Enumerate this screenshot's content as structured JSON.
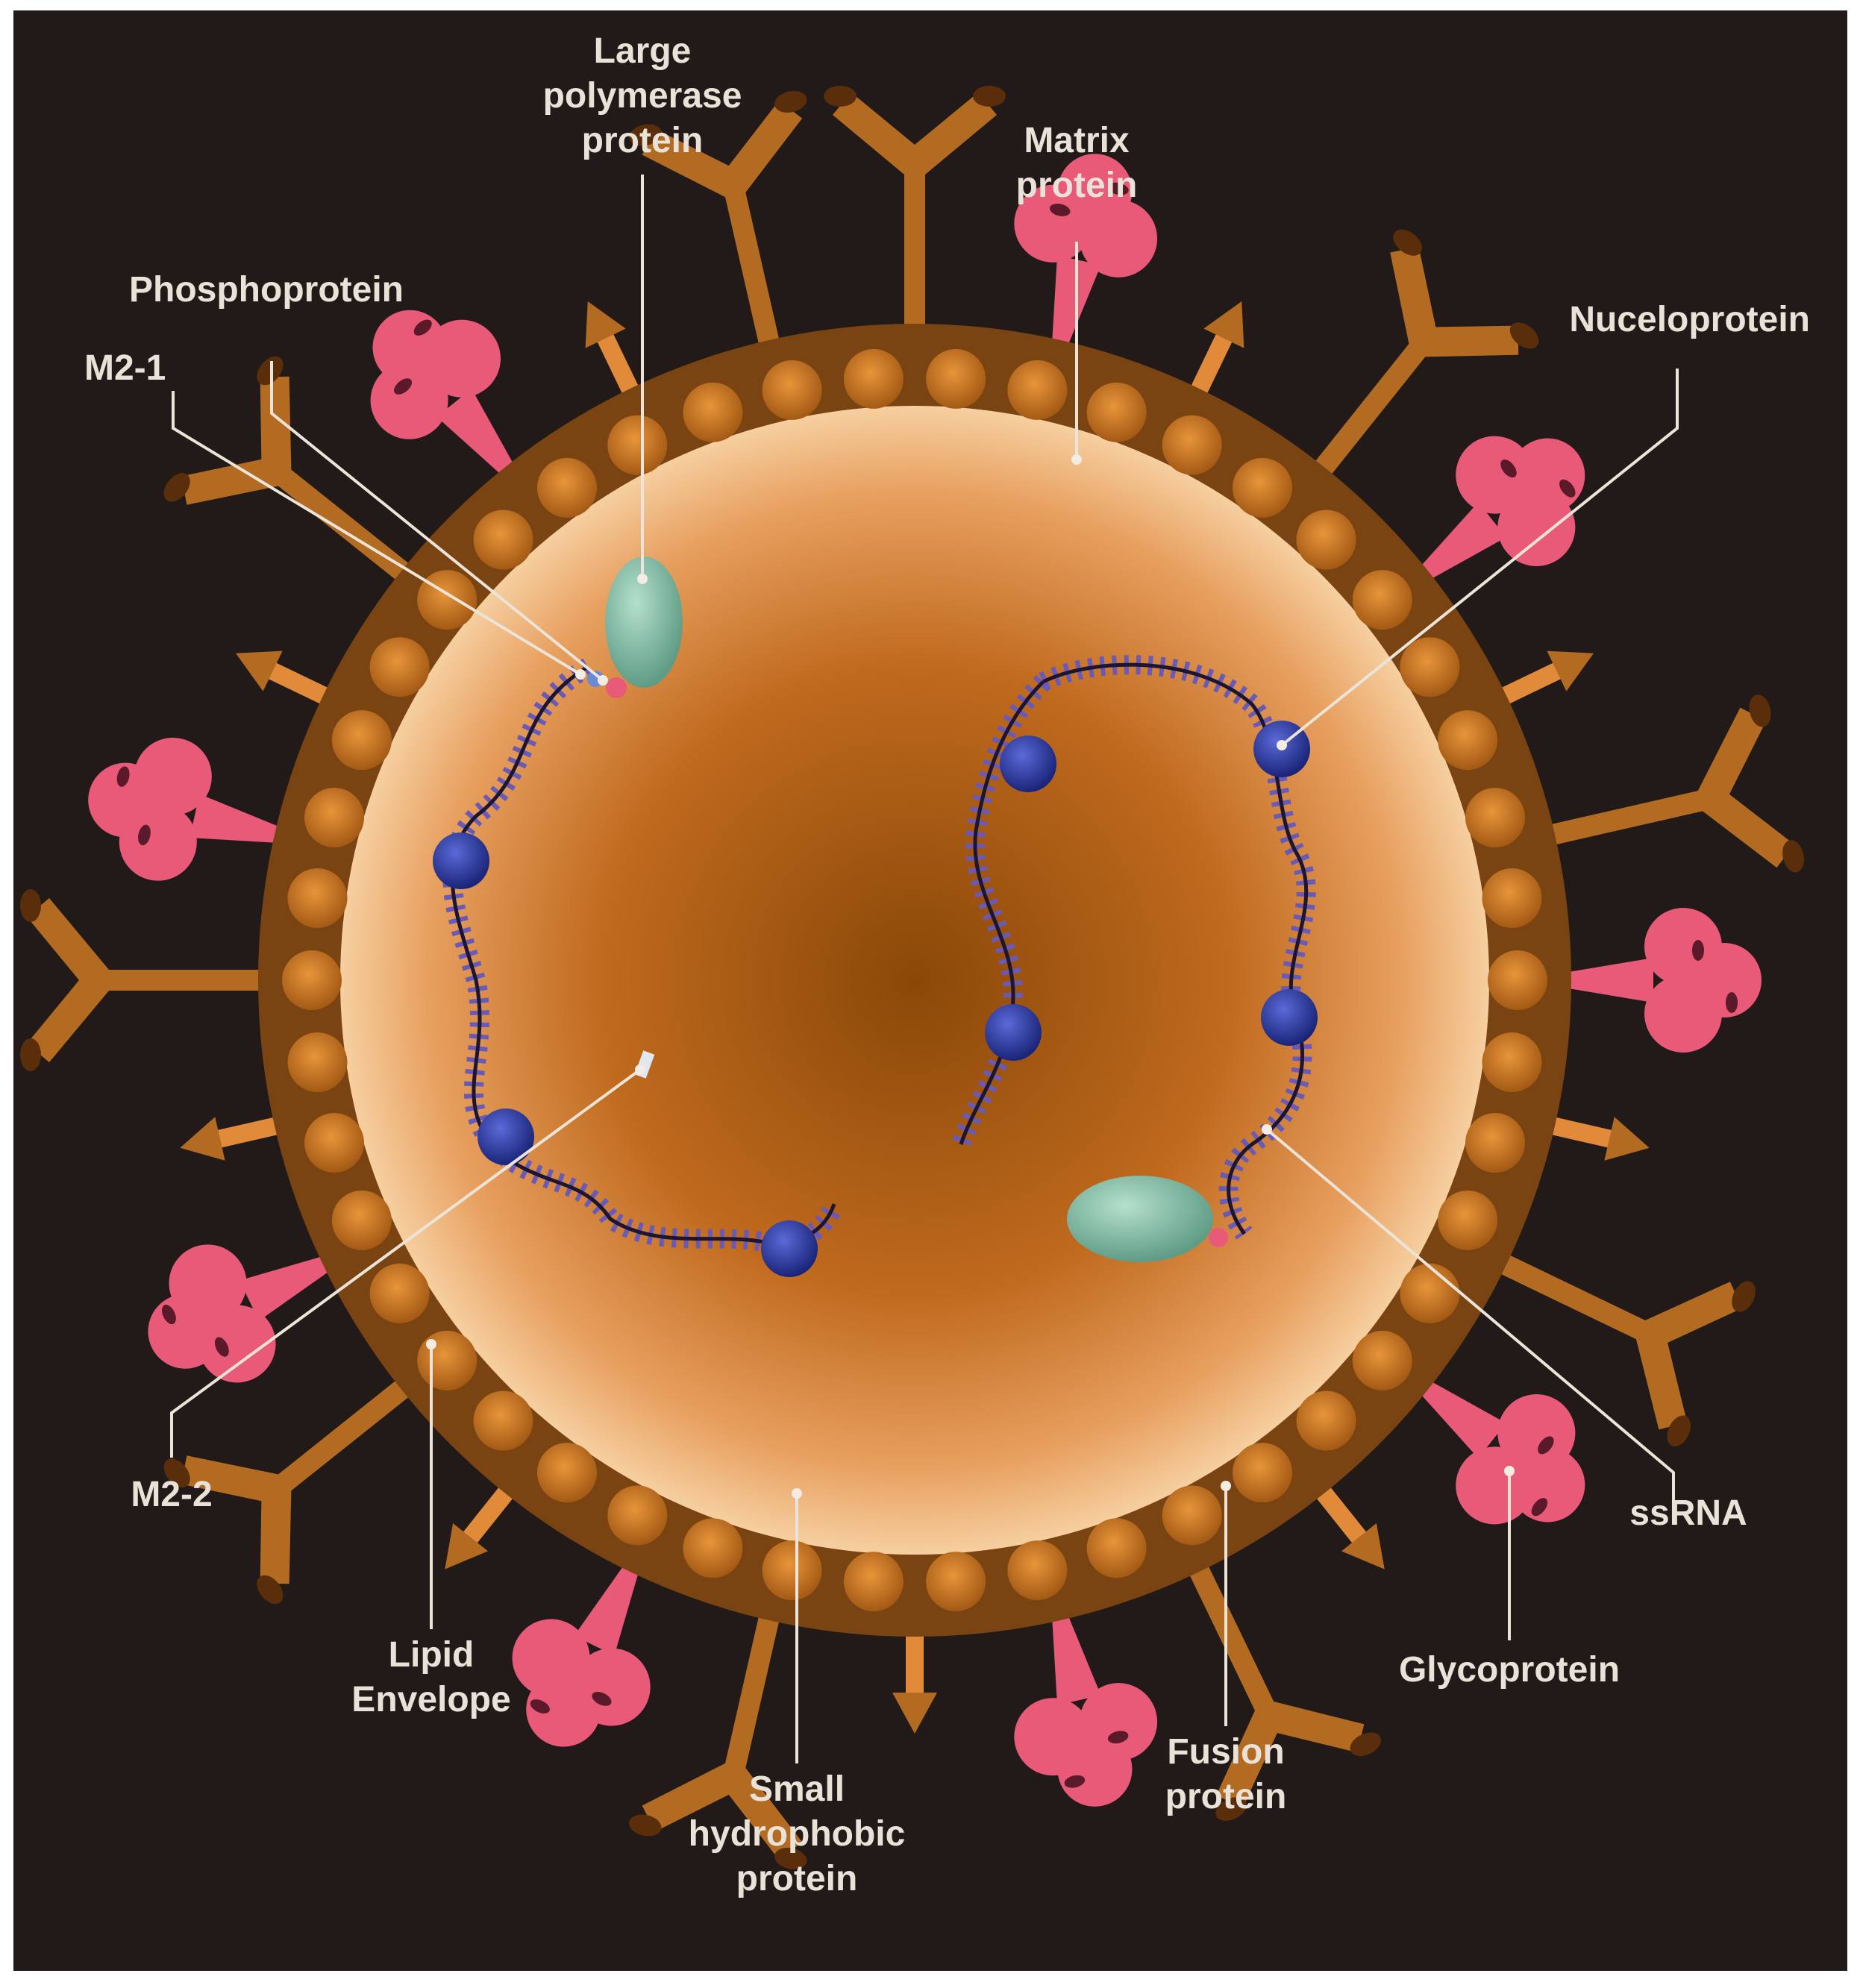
{
  "labels": {
    "large_polymerase_1": "Large",
    "large_polymerase_2": "polymerase",
    "large_polymerase_3": "protein",
    "matrix_1": "Matrix",
    "matrix_2": "protein",
    "phosphoprotein": "Phosphoprotein",
    "m2_1": "M2-1",
    "nucleoprotein": "Nuceloprotein",
    "m2_2": "M2-2",
    "lipid_1": "Lipid",
    "lipid_2": "Envelope",
    "small_hydro_1": "Small",
    "small_hydro_2": "hydrophobic",
    "small_hydro_3": "protein",
    "fusion_1": "Fusion",
    "fusion_2": "protein",
    "glycoprotein": "Glycoprotein",
    "ssrna": "ssRNA"
  },
  "colors": {
    "background": "#221a18",
    "envelope": "#7a4412",
    "glycoprotein": "#b36b22",
    "fusion_protein": "#e85a78",
    "nucleoprotein": "#2a3a9a",
    "polymerase": "#8cc3ac",
    "label_text": "#e8e2d8"
  }
}
